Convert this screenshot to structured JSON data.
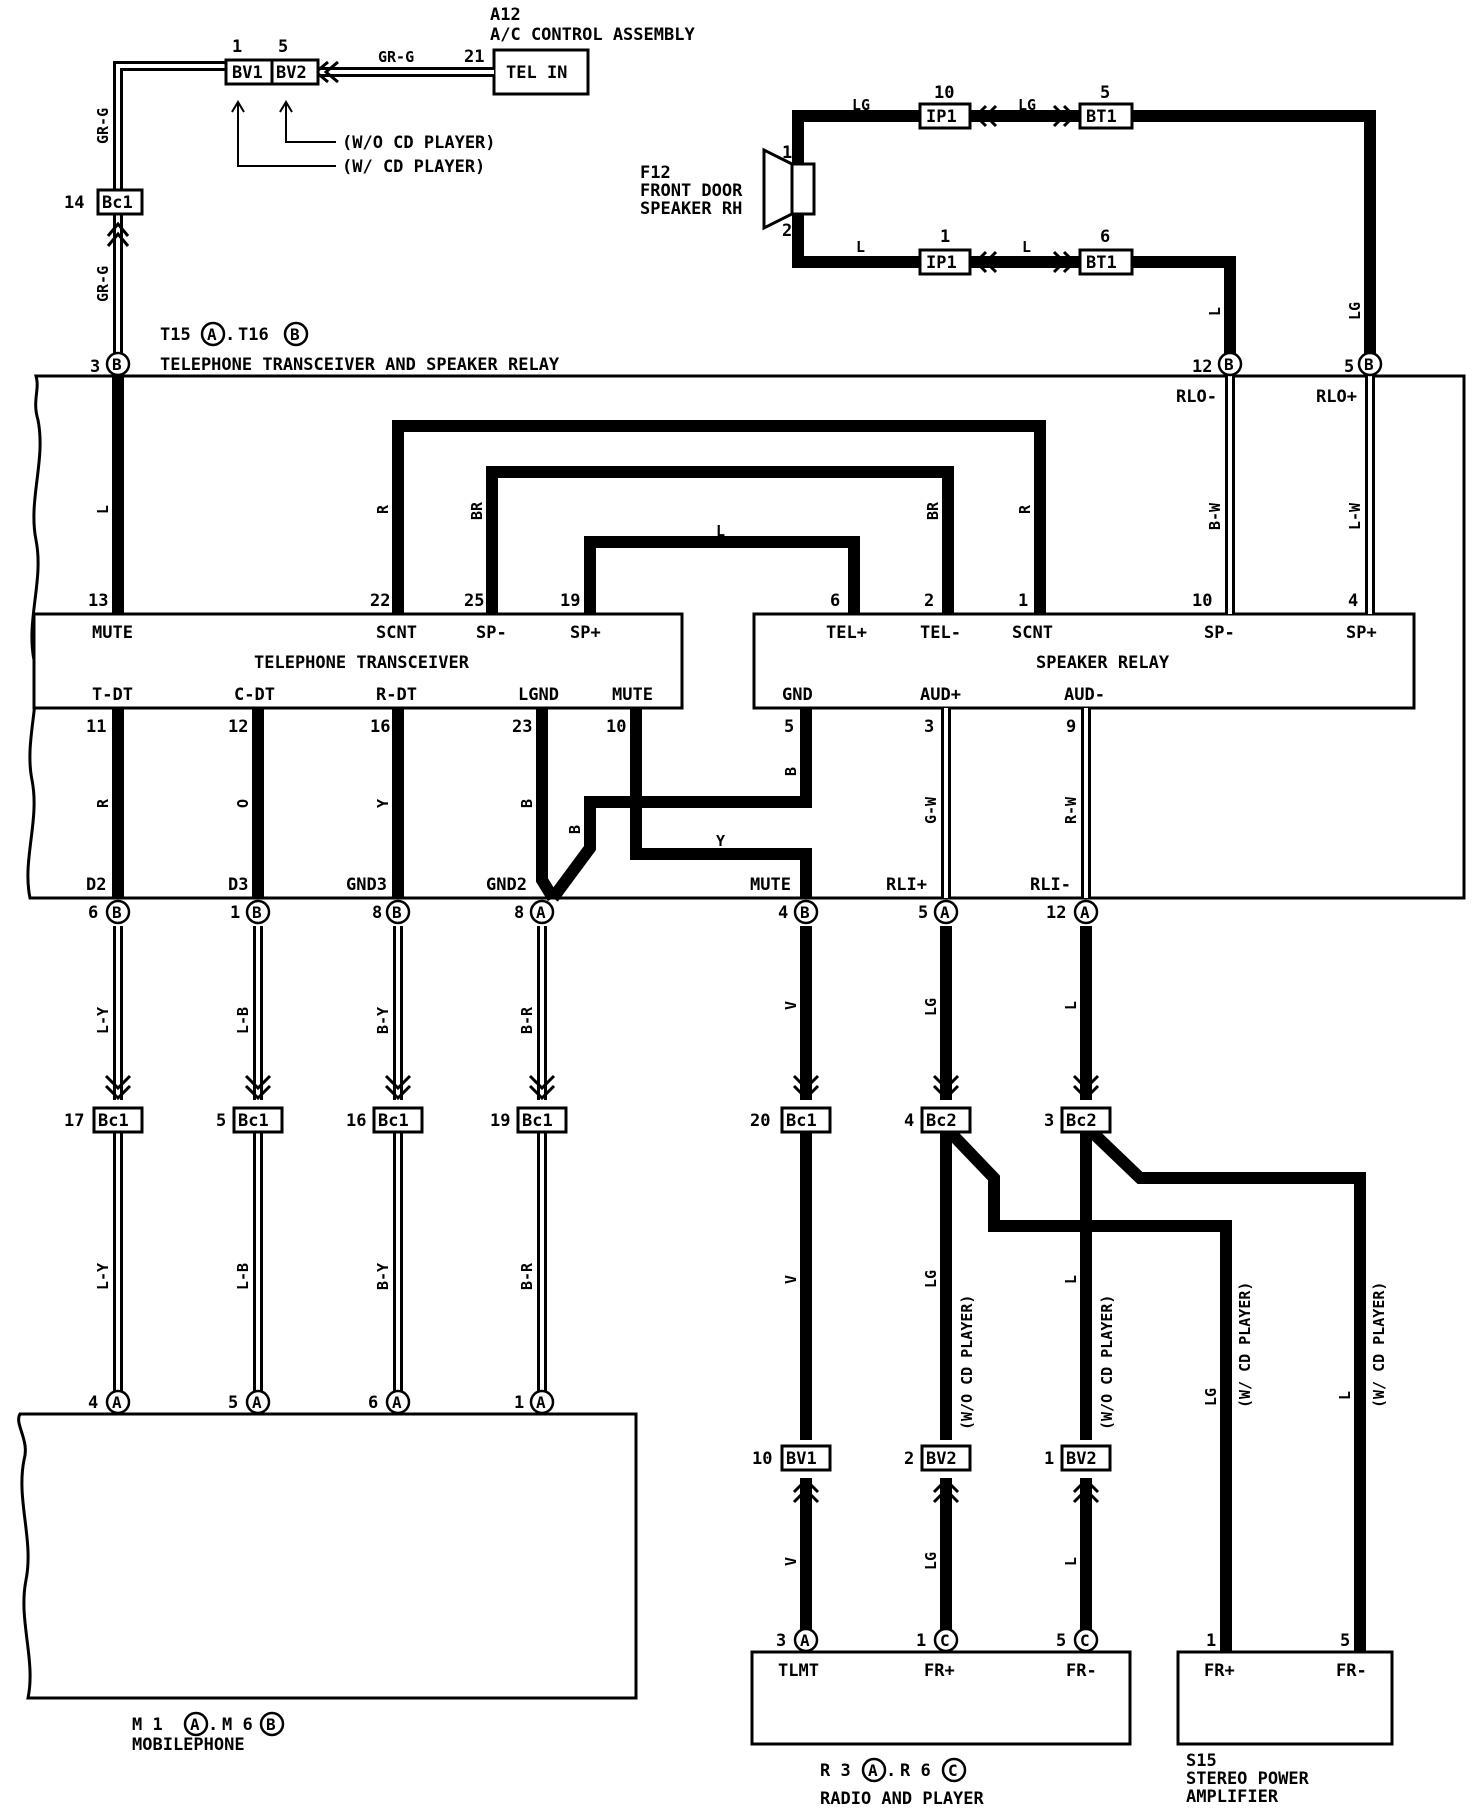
{
  "components": {
    "a12": {
      "id": "A12",
      "name": "A/C CONTROL ASSEMBLY",
      "pin": "21",
      "terminal": "TEL IN"
    },
    "f12": {
      "id": "F12",
      "name_line1": "FRONT DOOR",
      "name_line2": "SPEAKER RH",
      "pin1": "1",
      "pin2": "2"
    },
    "t15": {
      "id": "T15",
      "connA": "A",
      "sep": ".",
      "id2": "T16",
      "connB": "B",
      "name": "TELEPHONE TRANSCEIVER AND SPEAKER RELAY"
    },
    "transceiver": {
      "name": "TELEPHONE TRANSCEIVER"
    },
    "relay": {
      "name": "SPEAKER RELAY"
    },
    "m1": {
      "id": "M 1",
      "connA": "A",
      "sep": ".",
      "id2": "M 6",
      "connB": "B",
      "name": "MOBILEPHONE"
    },
    "r3": {
      "id": "R 3",
      "connA": "A",
      "sep": ".",
      "id2": "R 6",
      "connC": "C",
      "name": "RADIO AND PLAYER"
    },
    "s15": {
      "id": "S15",
      "name_line1": "STEREO POWER",
      "name_line2": "AMPLIFIER"
    }
  },
  "junctions": {
    "bv1_top": {
      "pin": "1",
      "label": "BV1"
    },
    "bv2_top": {
      "pin": "5",
      "label": "BV2"
    },
    "bc1_top": {
      "pin": "14",
      "label": "Bc1"
    },
    "ip1_a": {
      "pin": "10",
      "label": "IP1"
    },
    "bt1_a": {
      "pin": "5",
      "label": "BT1"
    },
    "ip1_b": {
      "pin": "1",
      "label": "IP1"
    },
    "bt1_b": {
      "pin": "6",
      "label": "BT1"
    },
    "bc1_17": {
      "pin": "17",
      "label": "Bc1"
    },
    "bc1_5": {
      "pin": "5",
      "label": "Bc1"
    },
    "bc1_16": {
      "pin": "16",
      "label": "Bc1"
    },
    "bc1_19": {
      "pin": "19",
      "label": "Bc1"
    },
    "bc1_20": {
      "pin": "20",
      "label": "Bc1"
    },
    "bc2_4": {
      "pin": "4",
      "label": "Bc2"
    },
    "bc2_3": {
      "pin": "3",
      "label": "Bc2"
    },
    "bv1_10": {
      "pin": "10",
      "label": "BV1"
    },
    "bv2_2": {
      "pin": "2",
      "label": "BV2"
    },
    "bv2_1": {
      "pin": "1",
      "label": "BV2"
    }
  },
  "notes": {
    "wo_cd": "(W/O CD PLAYER)",
    "w_cd": "(W/ CD PLAYER)"
  },
  "pins": {
    "top": [
      {
        "num": "3",
        "conn": "B"
      },
      {
        "num": "12",
        "conn": "B",
        "label": "RLO-"
      },
      {
        "num": "5",
        "conn": "B",
        "label": "RLO+"
      }
    ],
    "transceiver_top": [
      {
        "num": "13",
        "label": "MUTE"
      },
      {
        "num": "22",
        "label": "SCNT"
      },
      {
        "num": "25",
        "label": "SP-"
      },
      {
        "num": "19",
        "label": "SP+"
      }
    ],
    "relay_top": [
      {
        "num": "6",
        "label": "TEL+"
      },
      {
        "num": "2",
        "label": "TEL-"
      },
      {
        "num": "1",
        "label": "SCNT"
      },
      {
        "num": "10",
        "label": "SP-"
      },
      {
        "num": "4",
        "label": "SP+"
      }
    ],
    "transceiver_bottom": [
      {
        "num": "11",
        "label": "T-DT"
      },
      {
        "num": "12",
        "label": "C-DT"
      },
      {
        "num": "16",
        "label": "R-DT"
      },
      {
        "num": "23",
        "label": "LGND"
      },
      {
        "num": "10",
        "label": "MUTE"
      }
    ],
    "relay_bottom": [
      {
        "num": "5",
        "label": "GND"
      },
      {
        "num": "3",
        "label": "AUD+"
      },
      {
        "num": "9",
        "label": "AUD-"
      }
    ],
    "bottom": [
      {
        "num": "6",
        "conn": "B",
        "label": "D2"
      },
      {
        "num": "1",
        "conn": "B",
        "label": "D3"
      },
      {
        "num": "8",
        "conn": "B",
        "label": "GND3"
      },
      {
        "num": "8",
        "conn": "A",
        "label": "GND2"
      },
      {
        "num": "4",
        "conn": "B",
        "label": "MUTE"
      },
      {
        "num": "5",
        "conn": "A",
        "label": "RLI+"
      },
      {
        "num": "12",
        "conn": "A",
        "label": "RLI-"
      }
    ],
    "mobile": [
      {
        "num": "4",
        "conn": "A"
      },
      {
        "num": "5",
        "conn": "A"
      },
      {
        "num": "6",
        "conn": "A"
      },
      {
        "num": "1",
        "conn": "A"
      }
    ],
    "radio": [
      {
        "num": "3",
        "conn": "A",
        "label": "TLMT"
      },
      {
        "num": "1",
        "conn": "C",
        "label": "FR+"
      },
      {
        "num": "5",
        "conn": "C",
        "label": "FR-"
      }
    ],
    "amp": [
      {
        "num": "1",
        "label": "FR+"
      },
      {
        "num": "5",
        "label": "FR-"
      }
    ]
  },
  "wires": {
    "gr_g": "GR-G",
    "lg": "LG",
    "l": "L",
    "r": "R",
    "br": "BR",
    "b_w": "B-W",
    "l_w": "L-W",
    "o": "O",
    "y": "Y",
    "b": "B",
    "g_w": "G-W",
    "r_w": "R-W",
    "l_y": "L-Y",
    "l_b": "L-B",
    "b_y": "B-Y",
    "b_r": "B-R",
    "v": "V"
  }
}
